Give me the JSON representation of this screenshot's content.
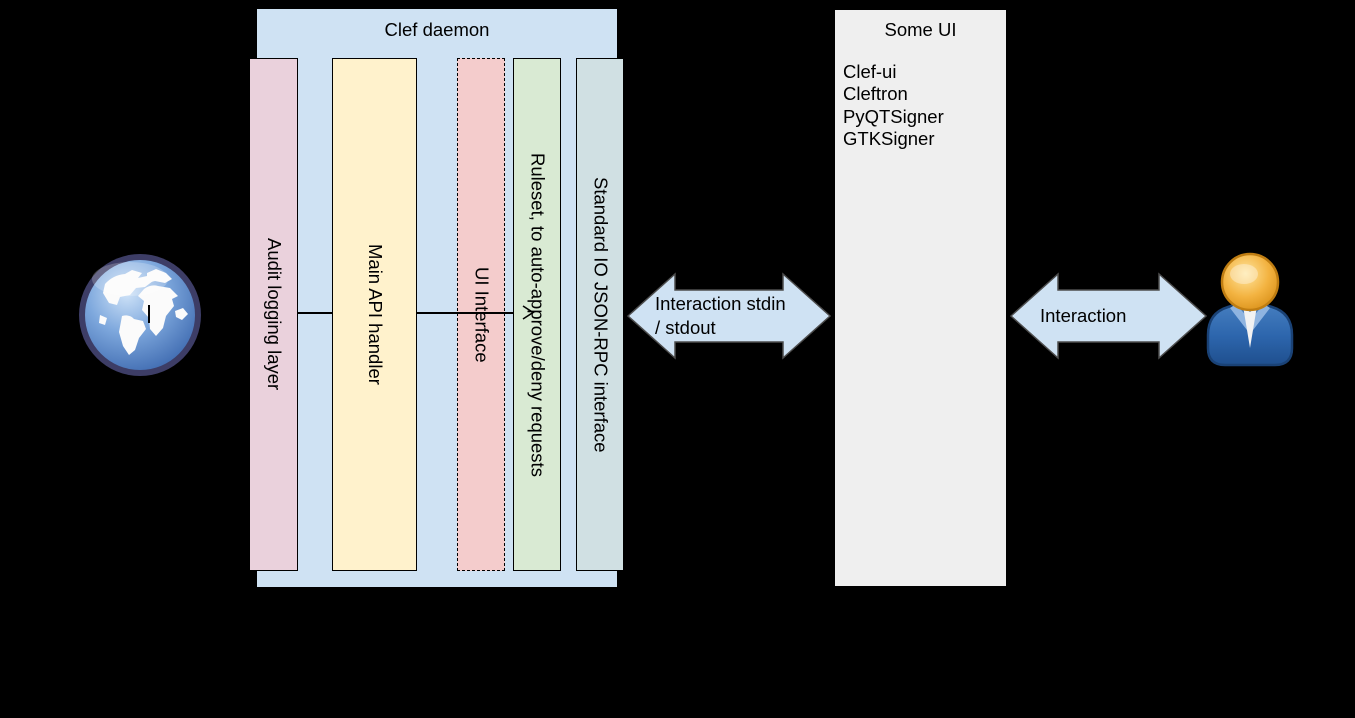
{
  "canvas": {
    "background": "#000000"
  },
  "daemon_box": {
    "title": "Clef daemon",
    "fill": "#cfe2f3",
    "layers": [
      {
        "label": "Audit logging layer",
        "fill": "#ead1dc",
        "border_style": "solid"
      },
      {
        "label": "Main API handler",
        "fill": "#fff2cc",
        "border_style": "solid"
      },
      {
        "label": "UI Interface",
        "fill": "#f4cccc",
        "border_style": "dashed"
      },
      {
        "label": "Ruleset, to auto-approve/deny requests",
        "fill": "#d9ead3",
        "border_style": "solid"
      },
      {
        "label": "Standard IO JSON-RPC interface",
        "fill": "#d0e0e3",
        "border_style": "solid"
      }
    ]
  },
  "ui_box": {
    "title": "Some UI",
    "fill": "#efefef",
    "items": [
      "Clef-ui",
      "Cleftron",
      "PyQTSigner",
      "GTKSigner"
    ]
  },
  "arrows": {
    "daemon_ui": {
      "line1": "Interaction stdin",
      "line2": "/ stdout",
      "fill": "#cfe2f3"
    },
    "ui_user": {
      "label": "Interaction",
      "fill": "#cfe2f3"
    }
  },
  "icons": {
    "globe": "globe-internet",
    "user": "end-user"
  }
}
